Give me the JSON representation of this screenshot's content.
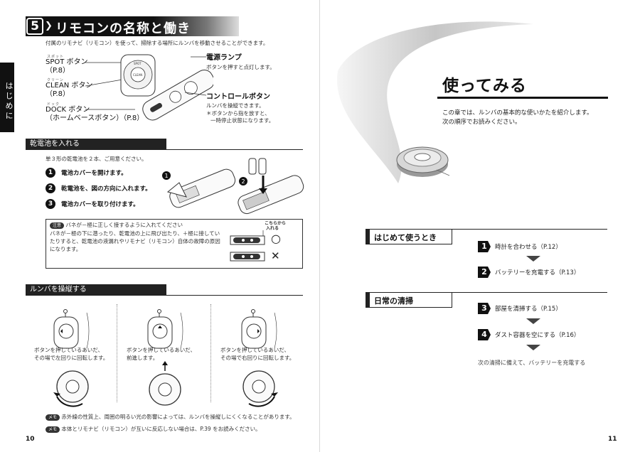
{
  "left_page": {
    "section": {
      "number": "5",
      "title": "リモコンの名称と働き"
    },
    "side_tab": "はじめに",
    "intro": "付属のリモナビ（リモコン）を使って、掃除する場所にルンバを移動させることができます。",
    "remote_labels": {
      "spot_ruby": "スポット",
      "spot": "SPOT ボタン",
      "spot_ref": "（P.8）",
      "clean_ruby": "クリーン",
      "clean": "CLEAN ボタン",
      "clean_ref": "（P.8）",
      "dock_ruby": "ドック",
      "dock": "DOCK ボタン",
      "dock_sub": "（ホームベースボタン）（P.8）",
      "power_lamp": "電源ランプ",
      "power_lamp_desc": "ボタンを押すと点灯します。",
      "control": "コントロールボタン",
      "control_desc1": "ルンバを操縦できます。",
      "control_desc2": "＊ボタンから指を放すと、",
      "control_desc3": "一時停止状態になります。",
      "btn_spot": "SPOT",
      "btn_clean": "CLEAN"
    },
    "battery": {
      "title": "乾電池を入れる",
      "intro": "単３形の乾電池を２本、ご用意ください。",
      "steps": [
        {
          "num": "1",
          "text": "電池カバーを開けます。"
        },
        {
          "num": "2",
          "text": "乾電池を、図の方向に入れます。"
        },
        {
          "num": "3",
          "text": "電池カバーを取り付けます。"
        }
      ],
      "fig_labels": [
        "1",
        "2"
      ],
      "caution_badge": "注意",
      "caution_lines": [
        "バネが－極に正しく接するように入れてください",
        "バネが－極の下に潜ったり、乾電池の上に飛び出たり、＋極に接してい",
        "たりすると、乾電池の液漏れやリモナビ（リモコン）自体の故障の原因",
        "になります。"
      ],
      "insert_note1": "こちらから",
      "insert_note2": "入れる",
      "ok_mark": "○",
      "ng_mark": "✕"
    },
    "steer": {
      "title": "ルンバを操縦する",
      "items": [
        {
          "line1": "ボタンを押しているあいだ、",
          "line2": "その場で左回りに回転します。"
        },
        {
          "line1": "ボタンを押しているあいだ、",
          "line2": "前進します。"
        },
        {
          "line1": "ボタンを押しているあいだ、",
          "line2": "その場で右回りに回転します。"
        }
      ]
    },
    "memo_badge": "メモ",
    "memos": [
      "赤外線の性質上、周囲の明るい光の影響によっては、ルンバを操縦しにくくなることがあります。",
      "本体とリモナビ（リモコン）が互いに反応しない場合は、P.39 をお読みください。"
    ],
    "page_number": "10"
  },
  "right_page": {
    "title": "使ってみる",
    "intro_line1": "この章では、ルンバの基本的な使いかたを紹介します。",
    "intro_line2": "次の順序でお読みください。",
    "first_use": {
      "label": "はじめて使うとき",
      "steps": [
        {
          "num": "1",
          "text": "時計を合わせる（P.12）"
        },
        {
          "num": "2",
          "text": "バッテリーを充電する（P.13）"
        }
      ]
    },
    "daily": {
      "label": "日常の清掃",
      "steps": [
        {
          "num": "3",
          "text": "部屋を清掃する（P.15）"
        },
        {
          "num": "4",
          "text": "ダスト容器を空にする（P.16）"
        }
      ],
      "final": "次の清掃に備えて、バッテリーを充電する"
    },
    "page_number": "11"
  },
  "colors": {
    "ink": "#111111",
    "gray": "#888888",
    "swoosh": "#c9c9c9"
  }
}
